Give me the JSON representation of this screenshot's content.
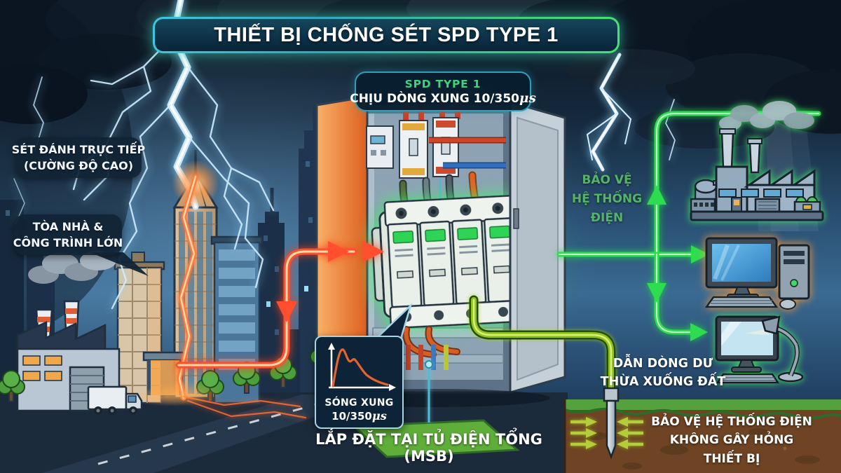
{
  "title": {
    "text": "THIẾT BỊ CHỐNG SÉT SPD TYPE 1"
  },
  "callouts": {
    "lightning": {
      "line1": "SÉT ĐÁNH TRỰC TIẾP",
      "line2": "(CƯỜNG ĐỘ CAO)"
    },
    "building": {
      "line1": "TÒA NHÀ &",
      "line2": "CÔNG TRÌNH LỚN"
    },
    "spd": {
      "heading": "SPD TYPE 1",
      "body": "CHỊU DÒNG XUNG 10/350",
      "unit": "μs"
    },
    "waveform": {
      "caption": "SÓNG XUNG",
      "value": "10/350",
      "unit": "μs"
    },
    "install": {
      "text": "LẮP ĐẶT TẠI TỦ ĐIỆN TỔNG (MSB)"
    },
    "protection": {
      "line1": "BẢO VỆ",
      "line2": "HỆ THỐNG",
      "line3": "ĐIỆN"
    },
    "discharge": {
      "line1": "DẪN DÒNG DƯ",
      "line2": "THỪA XUỐNG ĐẤT"
    },
    "result": {
      "line1": "BẢO VỆ HỆ THỐNG ĐIỆN",
      "line2": "KHÔNG GÂY HỎNG THIẾT BỊ"
    }
  },
  "icons": {
    "lightning-bolt-icon": "white lightning bolts from storm clouds",
    "surge-waveform-icon": "orange 10/350 impulse curve on axes",
    "spd-device-icon": "4-pole surge protection device glowing green",
    "electrical-cabinet-icon": "open main switchboard cabinet",
    "factory-icon": "industrial plant with chimneys, green glow",
    "desktop-computer-icon": "PC with monitor and tower, orange glow",
    "monitor-lamp-icon": "monitor with desk lamp, green glow",
    "grounding-rod-icon": "earth rod driven into soil",
    "truck-icon": "box truck at factory",
    "tree-icon": "street trees"
  },
  "colors": {
    "surge_red": "#ff4f2e",
    "protect_green": "#2edd4f",
    "ground_lime": "#9fd41f",
    "label_green": "#55b368",
    "spd_green": "#3ed47e",
    "banner_cyan": "#3ec7de",
    "banner_green": "#46e26b",
    "soil_brown": "#6e4424",
    "grass_green": "#55a13d"
  }
}
